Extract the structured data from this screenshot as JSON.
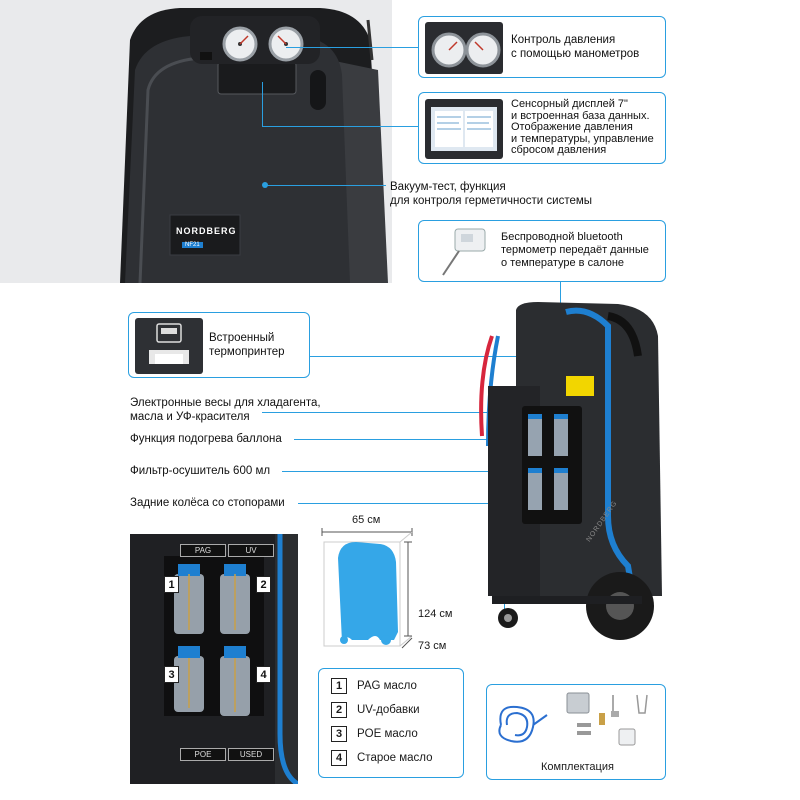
{
  "callouts": {
    "gauges": "Контроль давления\nс помощью манометров",
    "display": "Сенсорный дисплей 7\"\nи встроенная база данных.\nОтображение давления\nи температуры, управление\nсбросом давления",
    "vacuum": "Вакуум-тест, функция\nдля контроля герметичности системы",
    "thermometer": "Беспроводной bluetooth\nтермометр передаёт данные\nо температуре в салоне",
    "printer": "Встроенный\nтермопринтер",
    "scales": "Электронные весы для хладагента,\nмасла и УФ-красителя",
    "heating": "Функция подогрева баллона",
    "filter": "Фильтр-осушитель 600 мл",
    "wheels": "Задние колёса со стопорами"
  },
  "brand": {
    "logo": "NORDBERG",
    "model": "NF21",
    "side_logo": "NORDBERG"
  },
  "bottles": {
    "top_left": "PAG",
    "top_right": "UV",
    "bottom_left": "POE",
    "bottom_right": "USED",
    "numbers": [
      "1",
      "2",
      "3",
      "4"
    ]
  },
  "dimensions": {
    "width": "65 см",
    "height": "124 см",
    "depth": "73 см"
  },
  "legend": [
    {
      "num": "1",
      "label": "PAG масло"
    },
    {
      "num": "2",
      "label": "UV-добавки"
    },
    {
      "num": "3",
      "label": "POE масло"
    },
    {
      "num": "4",
      "label": "Старое масло"
    }
  ],
  "kit": {
    "label": "Комплектация"
  },
  "colors": {
    "accent": "#2a9fe0",
    "machine_dark": "#2b2d30",
    "machine_blue": "#1e7fd0"
  }
}
